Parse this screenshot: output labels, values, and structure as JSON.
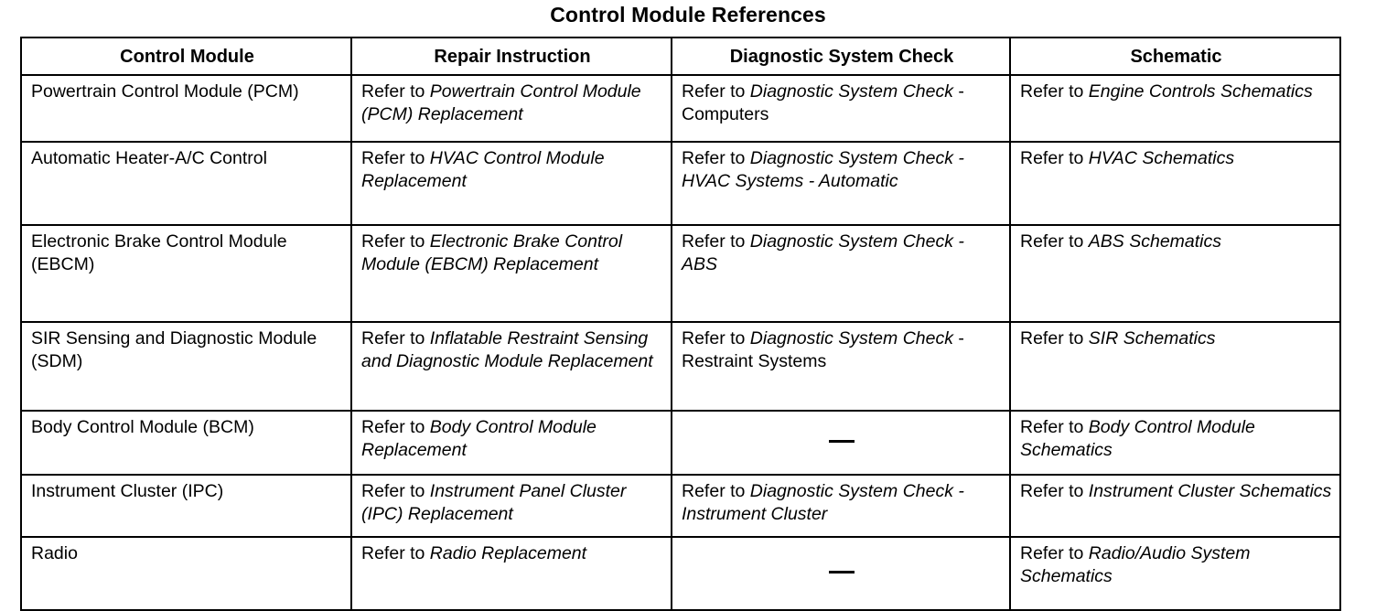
{
  "document": {
    "title": "Control Module References"
  },
  "table": {
    "headers": [
      "Control Module",
      "Repair Instruction",
      "Diagnostic System Check",
      "Schematic"
    ],
    "rows": [
      {
        "module": "Powertrain Control Module (PCM)",
        "repair_prefix": "Refer to ",
        "repair_ref": "Powertrain Control Module (PCM) Replacement",
        "repair_suffix": "",
        "dsc_prefix": "Refer to ",
        "dsc_ref": "Diagnostic System Check",
        "dsc_suffix": " - Computers",
        "schematic_prefix": "Refer to ",
        "schematic_ref": "Engine Controls Schematics",
        "schematic_suffix": ""
      },
      {
        "module": "Automatic Heater-A/C Control",
        "repair_prefix": "Refer to ",
        "repair_ref": "HVAC Control Module Replacement",
        "repair_suffix": "",
        "dsc_prefix": "Refer to ",
        "dsc_ref": "Diagnostic System Check - HVAC Systems - Automatic",
        "dsc_suffix": "",
        "schematic_prefix": "Refer to ",
        "schematic_ref": "HVAC Schematics",
        "schematic_suffix": ""
      },
      {
        "module": "Electronic Brake Control Module (EBCM)",
        "repair_prefix": "Refer to ",
        "repair_ref": "Electronic Brake Control Module (EBCM) Replacement",
        "repair_suffix": "",
        "dsc_prefix": "Refer to ",
        "dsc_ref": "Diagnostic System Check - ABS",
        "dsc_suffix": "",
        "schematic_prefix": "Refer to ",
        "schematic_ref": "ABS Schematics",
        "schematic_suffix": ""
      },
      {
        "module": "SIR Sensing and Diagnostic Module (SDM)",
        "repair_prefix": "Refer to ",
        "repair_ref": "Inflatable Restraint Sensing and Diagnostic Module Replacement",
        "repair_suffix": "",
        "dsc_prefix": "Refer to ",
        "dsc_ref": "Diagnostic System Check",
        "dsc_suffix": " - Restraint Systems",
        "schematic_prefix": "Refer to ",
        "schematic_ref": "SIR Schematics",
        "schematic_suffix": ""
      },
      {
        "module": "Body Control Module (BCM)",
        "repair_prefix": "Refer to ",
        "repair_ref": "Body Control Module Replacement",
        "repair_suffix": "",
        "dsc_prefix": "",
        "dsc_ref": "",
        "dsc_suffix": "",
        "dsc_empty": "—",
        "schematic_prefix": "Refer to ",
        "schematic_ref": "Body Control Module Schematics",
        "schematic_suffix": ""
      },
      {
        "module": "Instrument Cluster (IPC)",
        "repair_prefix": "Refer to ",
        "repair_ref": "Instrument Panel Cluster (IPC) Replacement",
        "repair_suffix": "",
        "dsc_prefix": "Refer to ",
        "dsc_ref": "Diagnostic System Check - Instrument Cluster",
        "dsc_suffix": "",
        "schematic_prefix": "Refer to ",
        "schematic_ref": "Instrument Cluster Schematics",
        "schematic_suffix": ""
      },
      {
        "module": "Radio",
        "repair_prefix": "Refer to ",
        "repair_ref": "Radio Replacement",
        "repair_suffix": "",
        "dsc_prefix": "",
        "dsc_ref": "",
        "dsc_suffix": "",
        "dsc_empty": "—",
        "schematic_prefix": "Refer to ",
        "schematic_ref": "Radio/Audio System Schematics",
        "schematic_suffix": ""
      }
    ]
  },
  "colors": {
    "background": "#ffffff",
    "text": "#000000",
    "border": "#000000"
  }
}
